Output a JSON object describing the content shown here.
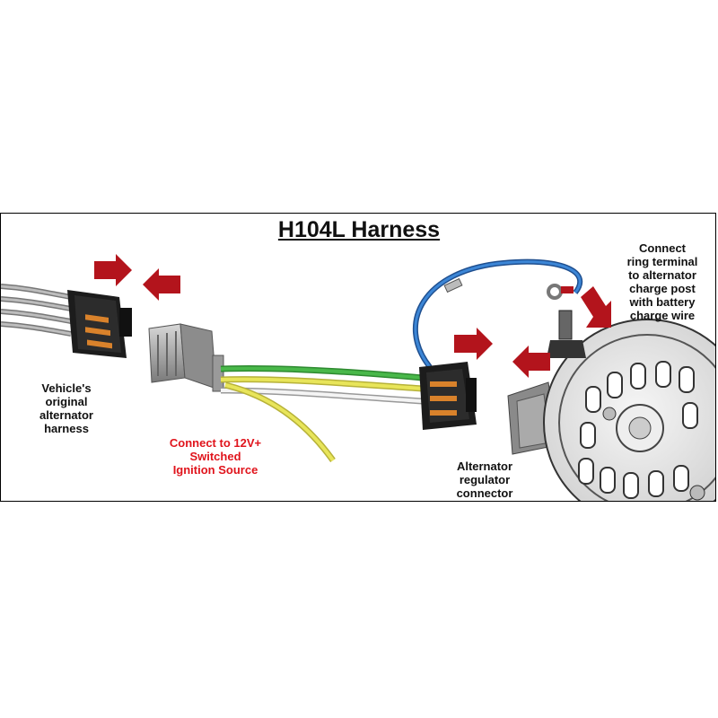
{
  "title": "H104L Harness",
  "labels": {
    "vehicle_harness": [
      "Vehicle's",
      "original",
      "alternator",
      "harness"
    ],
    "ignition": [
      "Connect to 12V+",
      "Switched",
      "Ignition Source"
    ],
    "regulator": [
      "Alternator",
      "regulator",
      "connector"
    ],
    "ring_terminal": [
      "Connect",
      "ring terminal",
      "to alternator",
      "charge post",
      "with battery",
      "charge wire"
    ]
  },
  "colors": {
    "arrow": "#b3141c",
    "ignition_text": "#e0141c",
    "wire_green": "#49b84a",
    "wire_yellow": "#e8e55a",
    "wire_white": "#f4f4f4",
    "wire_blue": "#2f6fb8",
    "connector_orange": "#d9822b",
    "connector_black": "#1c1c1c",
    "gray_housing": "#a0a0a0"
  },
  "icons": [
    "red-arrow-icon",
    "ring-terminal-icon"
  ]
}
